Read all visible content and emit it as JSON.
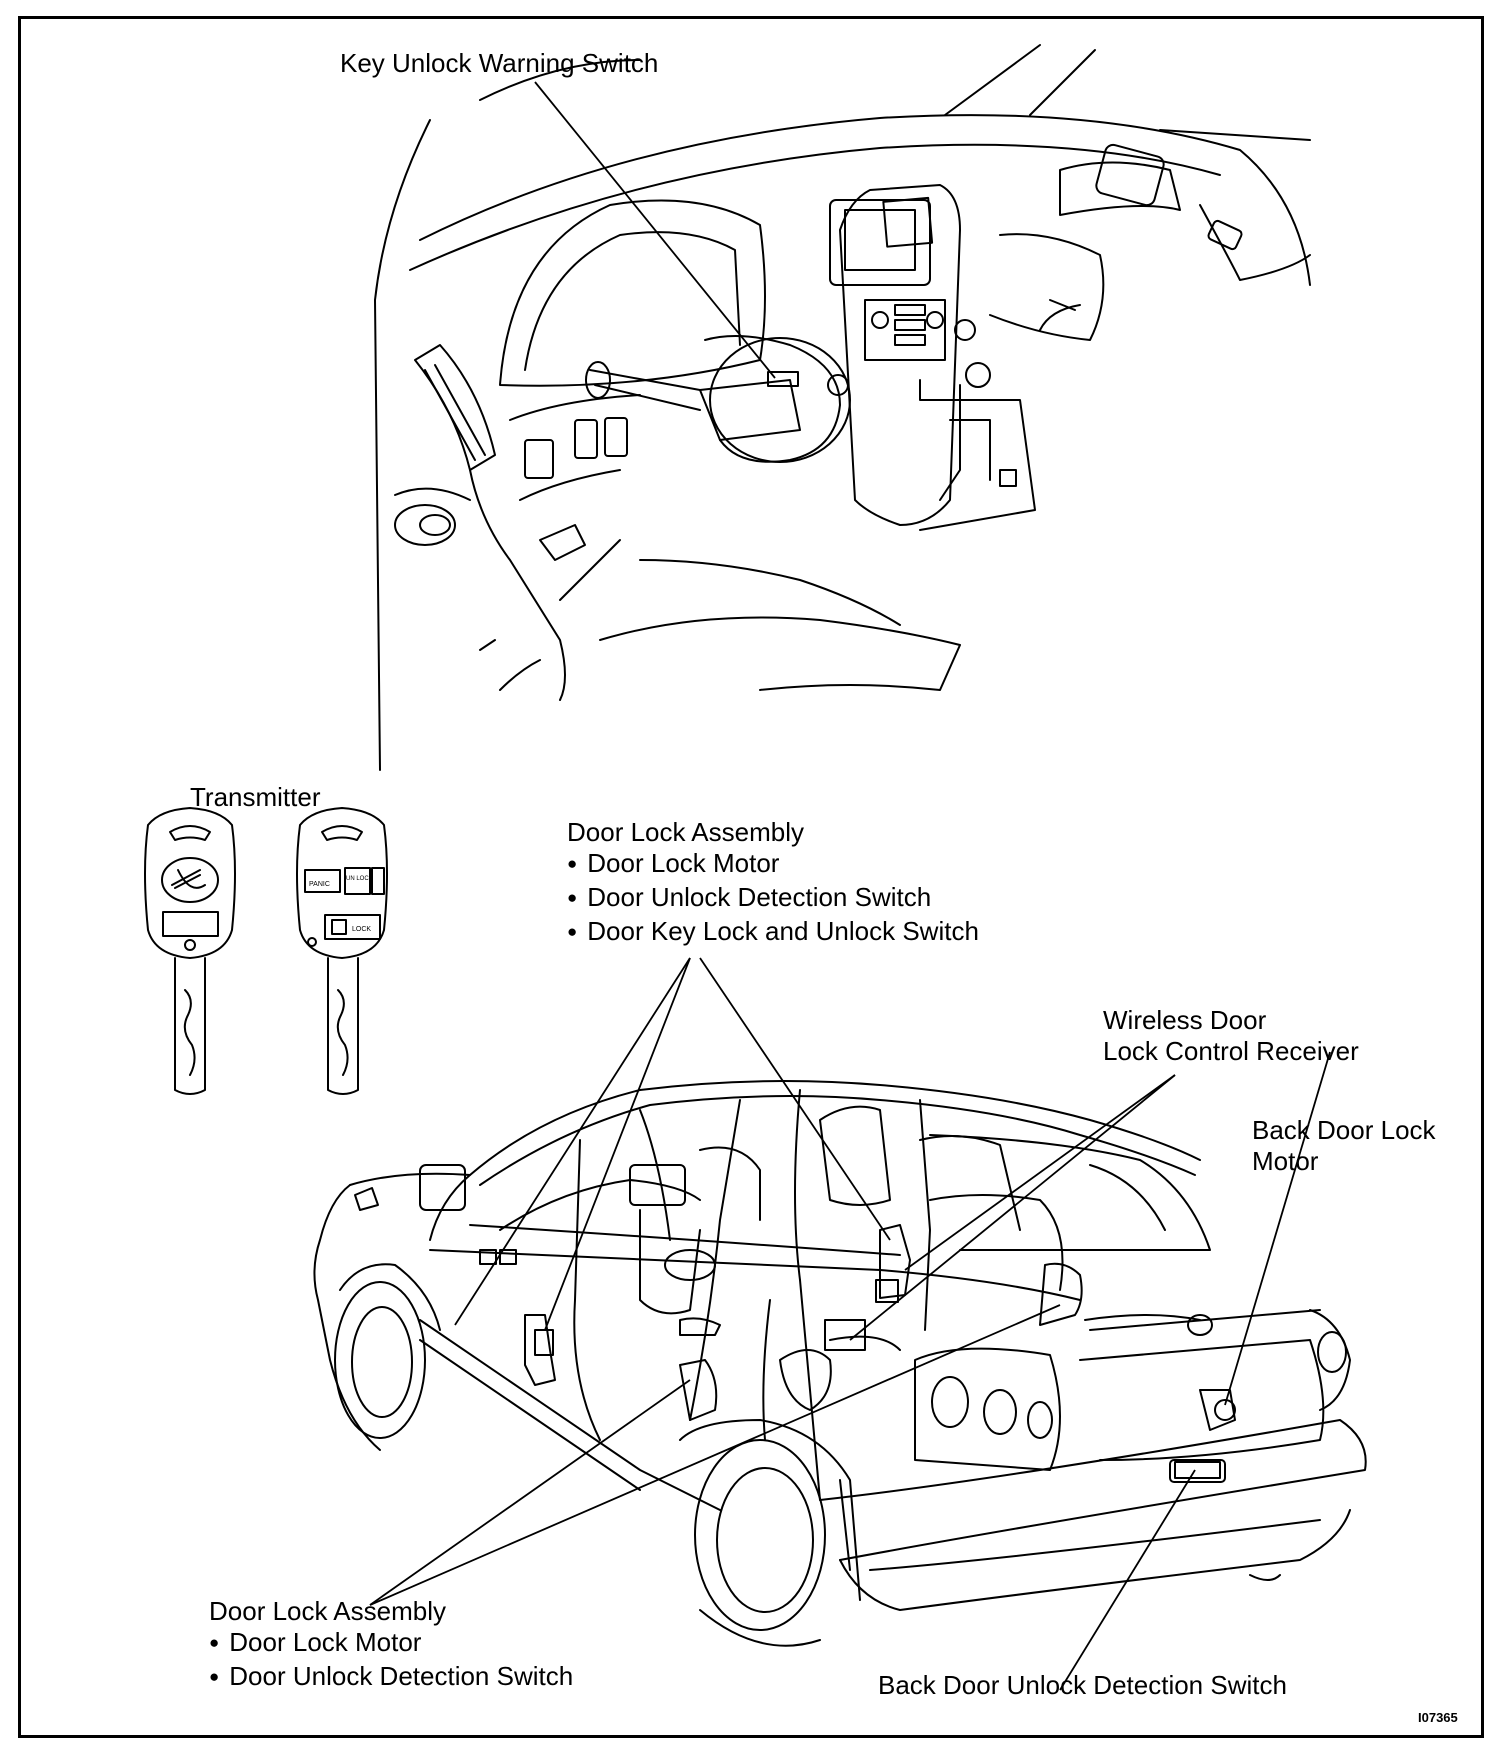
{
  "labels": {
    "key_unlock_warning_switch": "Key Unlock Warning Switch",
    "transmitter": "Transmitter",
    "front_door_lock_assembly": {
      "title": "Door Lock Assembly",
      "items": [
        "Door Lock Motor",
        "Door Unlock Detection Switch",
        "Door Key Lock and Unlock Switch"
      ]
    },
    "wireless_receiver": [
      "Wireless Door",
      "Lock Control Receiver"
    ],
    "back_door_lock_motor": [
      "Back Door Lock",
      "Motor"
    ],
    "rear_door_lock_assembly": {
      "title": "Door Lock Assembly",
      "items": [
        "Door Lock Motor",
        "Door Unlock Detection Switch"
      ]
    },
    "back_door_unlock_detection_switch": "Back Door Unlock Detection Switch",
    "figure_code": "I07365"
  },
  "transmitter_buttons": {
    "panic": "PANIC",
    "unlock": "UN LOCK",
    "lock": "LOCK"
  }
}
